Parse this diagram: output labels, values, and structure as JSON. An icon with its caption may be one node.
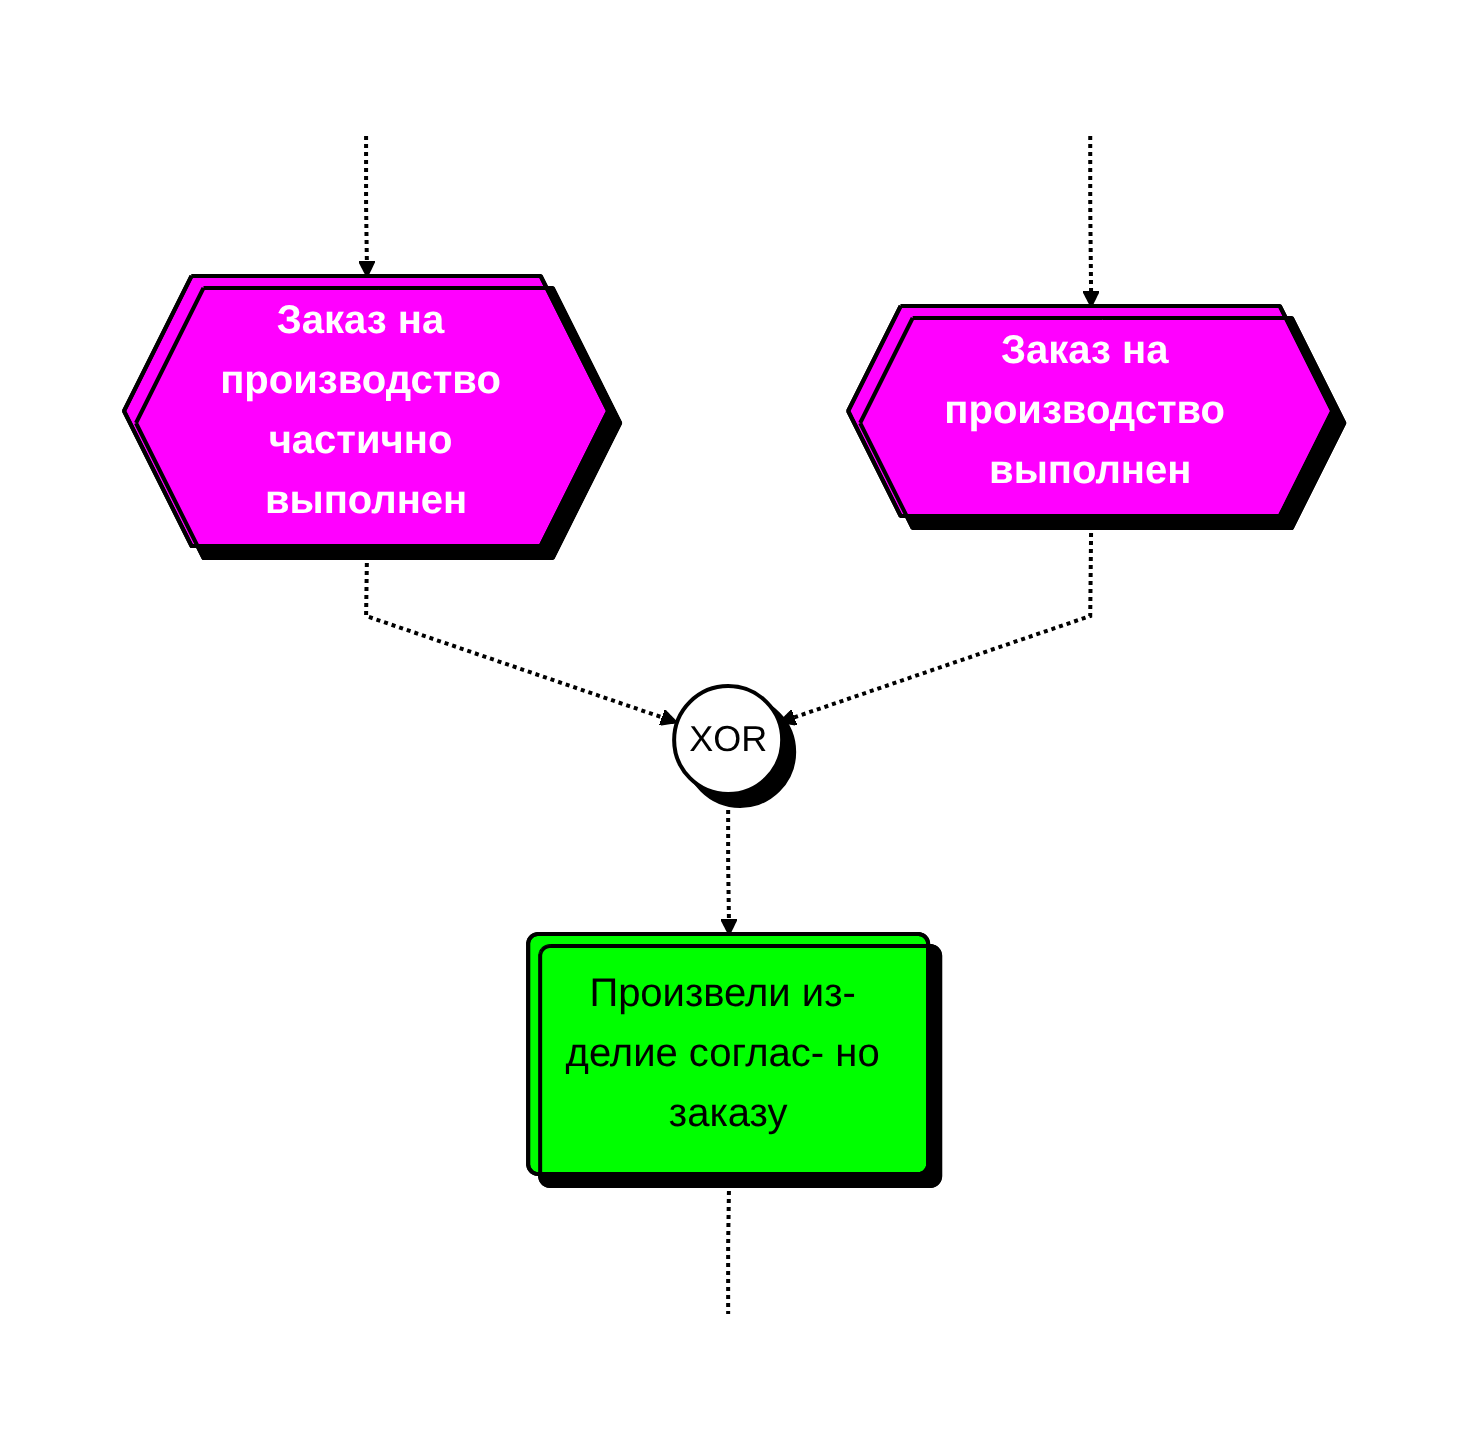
{
  "diagram": {
    "nodes": [
      {
        "text": [
          "Заказ на производство частично выполнен"
        ]
      },
      {
        "text": [
          "Заказ на производство выполнен"
        ]
      },
      {
        "text": [
          "XOR"
        ]
      },
      {
        "text": [
          "Произвели из- делие соглас- но заказу"
        ]
      }
    ],
    "edges": [
      {
        "from": null,
        "to": 0,
        "arrow": "to",
        "style": "dashed"
      },
      {
        "from": null,
        "to": 1,
        "arrow": "to",
        "style": "dashed"
      },
      {
        "from": 0,
        "to": 2,
        "arrow": "to",
        "style": "dashed"
      },
      {
        "from": 1,
        "to": 2,
        "arrow": "to",
        "style": "dashed"
      },
      {
        "from": 2,
        "to": 3,
        "arrow": "to",
        "style": "dashed"
      },
      {
        "from": 3,
        "to": null,
        "arrow": "none",
        "style": "dashed"
      }
    ]
  }
}
